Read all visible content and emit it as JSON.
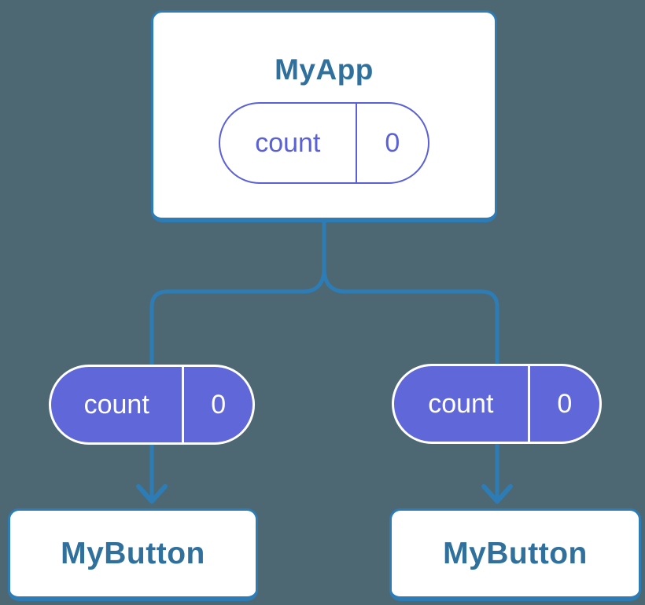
{
  "colors": {
    "background": "#4d6872",
    "line": "#2e7cb6",
    "card_bg": "#ffffff",
    "card_border": "#2e7cb6",
    "title_text": "#2f709c",
    "purple": "#5a60d8",
    "pill_filled_bg": "#6067d8",
    "pill_filled_text": "#ffffff"
  },
  "diagram": {
    "root": {
      "title": "MyApp",
      "state": {
        "name": "count",
        "value": "0"
      }
    },
    "children": [
      {
        "title": "MyButton",
        "state": {
          "name": "count",
          "value": "0"
        }
      },
      {
        "title": "MyButton",
        "state": {
          "name": "count",
          "value": "0"
        }
      }
    ]
  }
}
